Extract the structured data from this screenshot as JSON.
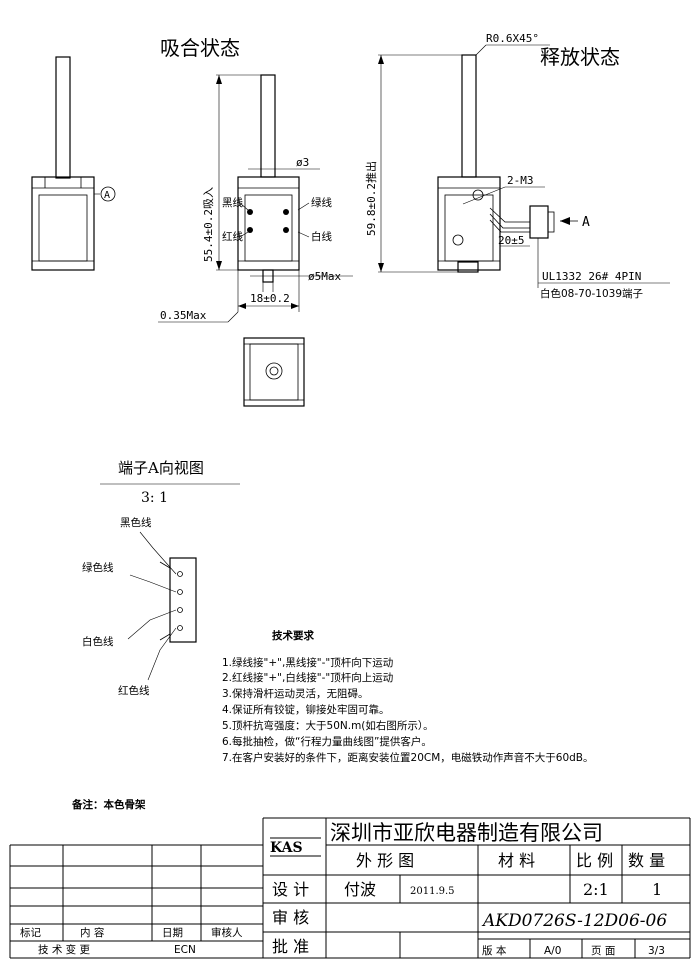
{
  "views": {
    "closed_title": "吸合状态",
    "release_title": "释放状态",
    "dim_pin_diameter": "ø3",
    "dim_stroke_closed": "55.4±0.2吸入",
    "dim_body_dia": "ø5Max",
    "dim_width": "18±0.2",
    "dim_gap": "0.35Max",
    "dim_chamfer": "R0.6X45°",
    "dim_stroke_release": "59.8±0.2推出",
    "dim_screw": "2-M3",
    "dim_lead": "20±5",
    "view_arrow_label": "A",
    "wire_black": "黑线",
    "wire_red": "红线",
    "wire_green": "绿线",
    "wire_white": "白线",
    "cable_spec": "UL1332 26# 4PIN",
    "terminal_spec": "白色08-70-1039端子"
  },
  "terminal_view": {
    "title": "端子A向视图",
    "scale": "3: 1",
    "black": "黑色线",
    "green": "绿色线",
    "white": "白色线",
    "red": "红色线"
  },
  "requirements": {
    "heading": "技术要求",
    "items": [
      "1.绿线接\"+\",黑线接\"-\"顶杆向下运动",
      "2.红线接\"+\",白线接\"-\"顶杆向上运动",
      "3.保持滑杆运动灵活，无阻碍。",
      "4.保证所有铰锭，铆接处牢固可靠。",
      "5.顶杆抗弯强度：大于50N.m(如右图所示）。",
      "6.每批抽检，做“行程力量曲线图”提供客户。",
      "7.在客户安装好的条件下，距离安装位置20CM，电磁铁动作声音不大于60dB。"
    ],
    "remark": "备注：本色骨架"
  },
  "title_block": {
    "logo": "KAS",
    "company": "深圳市亚欣电器制造有限公司",
    "h_shape": "外 形 图",
    "h_material": "材 料",
    "h_scale": "比 例",
    "h_qty": "数 量",
    "design_label": "设 计",
    "designer": "付波",
    "date": "2011.9.5",
    "scale": "2:1",
    "qty": "1",
    "review_label": "审 核",
    "part_no": "AKD0726S-12D06-06",
    "approve_label": "批 准",
    "version_label": "版 本",
    "version": "A/0",
    "page_label": "页 面",
    "page": "3/3",
    "rev_mark": "标记",
    "rev_content": "内 容",
    "rev_date": "日期",
    "rev_reviewer": "审核人",
    "rev_footer": "技 术 变 更",
    "rev_ecn": "ECN"
  }
}
